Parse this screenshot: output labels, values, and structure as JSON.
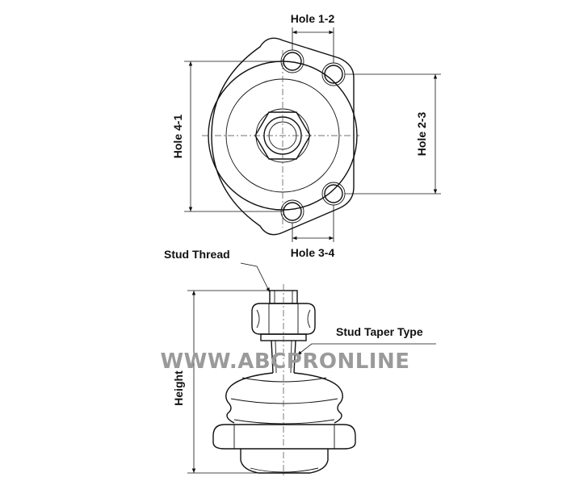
{
  "labels": {
    "hole_1_2": "Hole 1-2",
    "hole_2_3": "Hole 2-3",
    "hole_3_4": "Hole 3-4",
    "hole_4_1": "Hole 4-1",
    "stud_thread": "Stud Thread",
    "stud_taper_type": "Stud Taper Type",
    "height": "Height"
  },
  "watermark": "WWW.ABCPRONLINE",
  "colors": {
    "line": "#111111",
    "watermark": "#9a9a9a",
    "background": "#ffffff"
  }
}
